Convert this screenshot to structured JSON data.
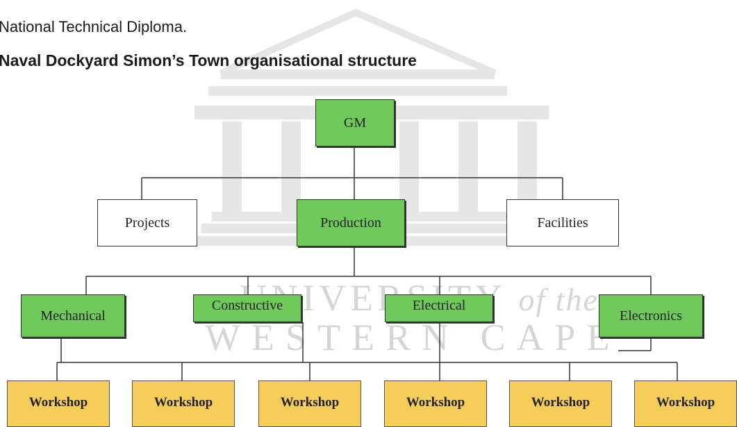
{
  "document": {
    "line1": "National Technical Diploma.",
    "line2": "Naval Dockyard Simon’s Town organisational structure"
  },
  "watermark": {
    "line1": "UNIVERSITY",
    "line1_italic": "of the",
    "line2": "WESTERN CAPE",
    "emblem": "university-building-emblem"
  },
  "org_chart": {
    "top": "GM",
    "level2": [
      "Projects",
      "Production",
      "Facilities"
    ],
    "level3": [
      "Mechanical",
      "Constructive",
      "Electrical",
      "Electronics"
    ],
    "level4": [
      "Workshop",
      "Workshop",
      "Workshop",
      "Workshop",
      "Workshop",
      "Workshop"
    ]
  },
  "colors": {
    "green_box": "#6fc95b",
    "yellow_box": "#f7cd5a",
    "line": "#333333"
  }
}
